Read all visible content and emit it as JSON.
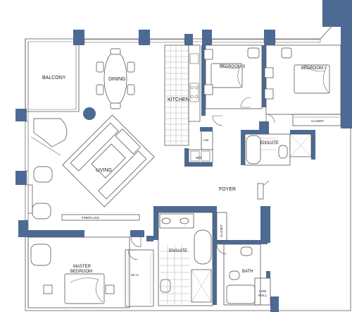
{
  "rooms": {
    "balcony": "BALCONY",
    "dining": "DINING",
    "kitchen": "KITCHEN",
    "bedroom3": "BEDROOM 3",
    "bedroom2": "BEDROOM 2",
    "closet": "CLOSET",
    "lin": "LIN",
    "wd": "W/D",
    "ensuite_top": "ENSUITE",
    "living": "LIVING",
    "foyer": "FOYER",
    "fireplace": "FIREPLACE",
    "master_line1": "MASTER",
    "master_line2": "BEDROOM",
    "wic": "W.I.C.",
    "ensuite_main": "ENSUITE",
    "closet_small": "CLOSET",
    "bath": "BATH",
    "low_wall_line1": "LOW",
    "low_wall_line2": "WALL"
  },
  "colors": {
    "wall": "#4c6a93",
    "line": "#555555"
  }
}
